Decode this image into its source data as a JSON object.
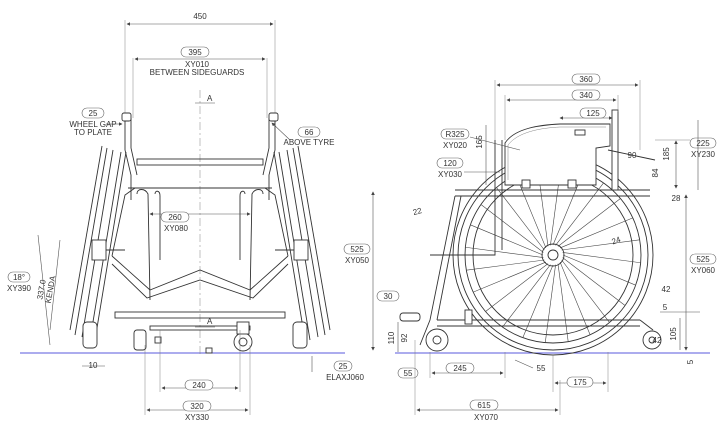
{
  "colors": {
    "ground_line": "#5a5adc",
    "line": "#333333",
    "background": "#ffffff"
  },
  "front": {
    "d450": "450",
    "d395": "395",
    "xy010": "XY010",
    "between": "BETWEEN SIDEGUARDS",
    "d25a": "25",
    "wheelgap1": "WHEEL GAP",
    "wheelgap2": "TO PLATE",
    "d66": "66",
    "abovetyre": "ABOVE TYRE",
    "secA": "A",
    "d260": "260",
    "xy080": "XY080",
    "d18": "18°",
    "xy390": "XY390",
    "d3370": "337.0",
    "kenda": "KENDA",
    "d10": "10",
    "d240": "240",
    "d25b": "25",
    "elaxj060": "ELAXJ060",
    "d320": "320",
    "xy330": "XY330"
  },
  "side": {
    "d360": "360",
    "d340": "340",
    "d125": "125",
    "r325": "R325",
    "xy020": "XY020",
    "d165": "165",
    "d120": "120",
    "xy030": "XY030",
    "d90": "90",
    "d185": "185",
    "d225": "225",
    "xy230": "XY230",
    "d84": "84",
    "d28": "28",
    "d22": "22",
    "d525a": "525",
    "xy050": "XY050",
    "d24": "24",
    "d525b": "525",
    "xy060": "XY060",
    "d30": "30",
    "d42a": "42",
    "d5a": "5",
    "d110": "110",
    "d92": "92",
    "d105": "105",
    "d42b": "42",
    "d5b": "5",
    "d55a": "55",
    "d245": "245",
    "d55b": "55",
    "d175": "175",
    "d615": "615",
    "xy070": "XY070"
  }
}
